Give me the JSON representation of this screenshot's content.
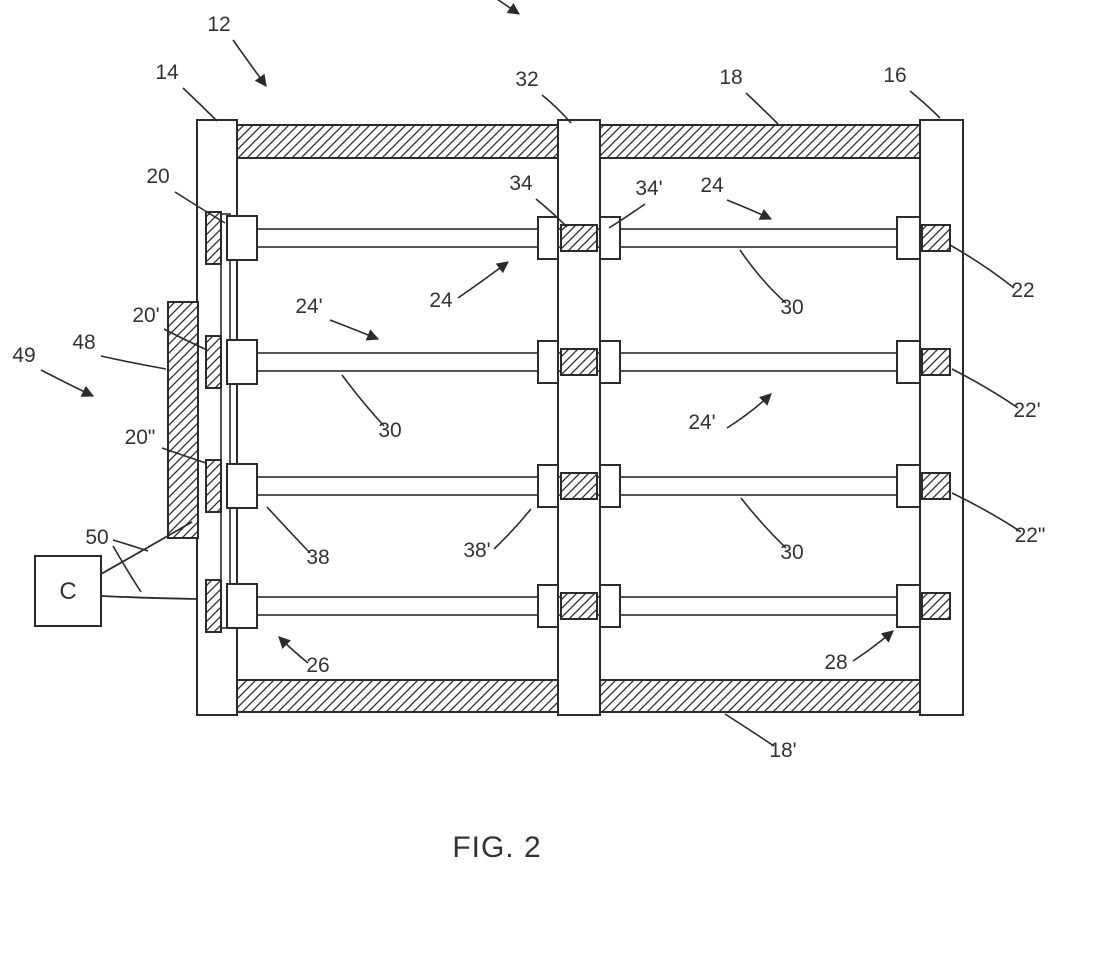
{
  "figure": {
    "caption": "FIG. 2",
    "controller_label": "C"
  },
  "labels": {
    "n12": "12",
    "n14": "14",
    "n16": "16",
    "n18": "18",
    "n18p": "18'",
    "n20": "20",
    "n20p": "20'",
    "n20pp": "20\"",
    "n22": "22",
    "n22p": "22'",
    "n22pp": "22\"",
    "n24_a": "24",
    "n24_b": "24",
    "n24p_a": "24'",
    "n24p_b": "24'",
    "n26": "26",
    "n28": "28",
    "n30_a": "30",
    "n30_b": "30",
    "n30_c": "30",
    "n32": "32",
    "n34": "34",
    "n34p": "34'",
    "n38": "38",
    "n38p": "38'",
    "n48": "48",
    "n49": "49",
    "n50": "50"
  },
  "colors": {
    "line": "#2b2b2b",
    "background": "#ffffff"
  }
}
